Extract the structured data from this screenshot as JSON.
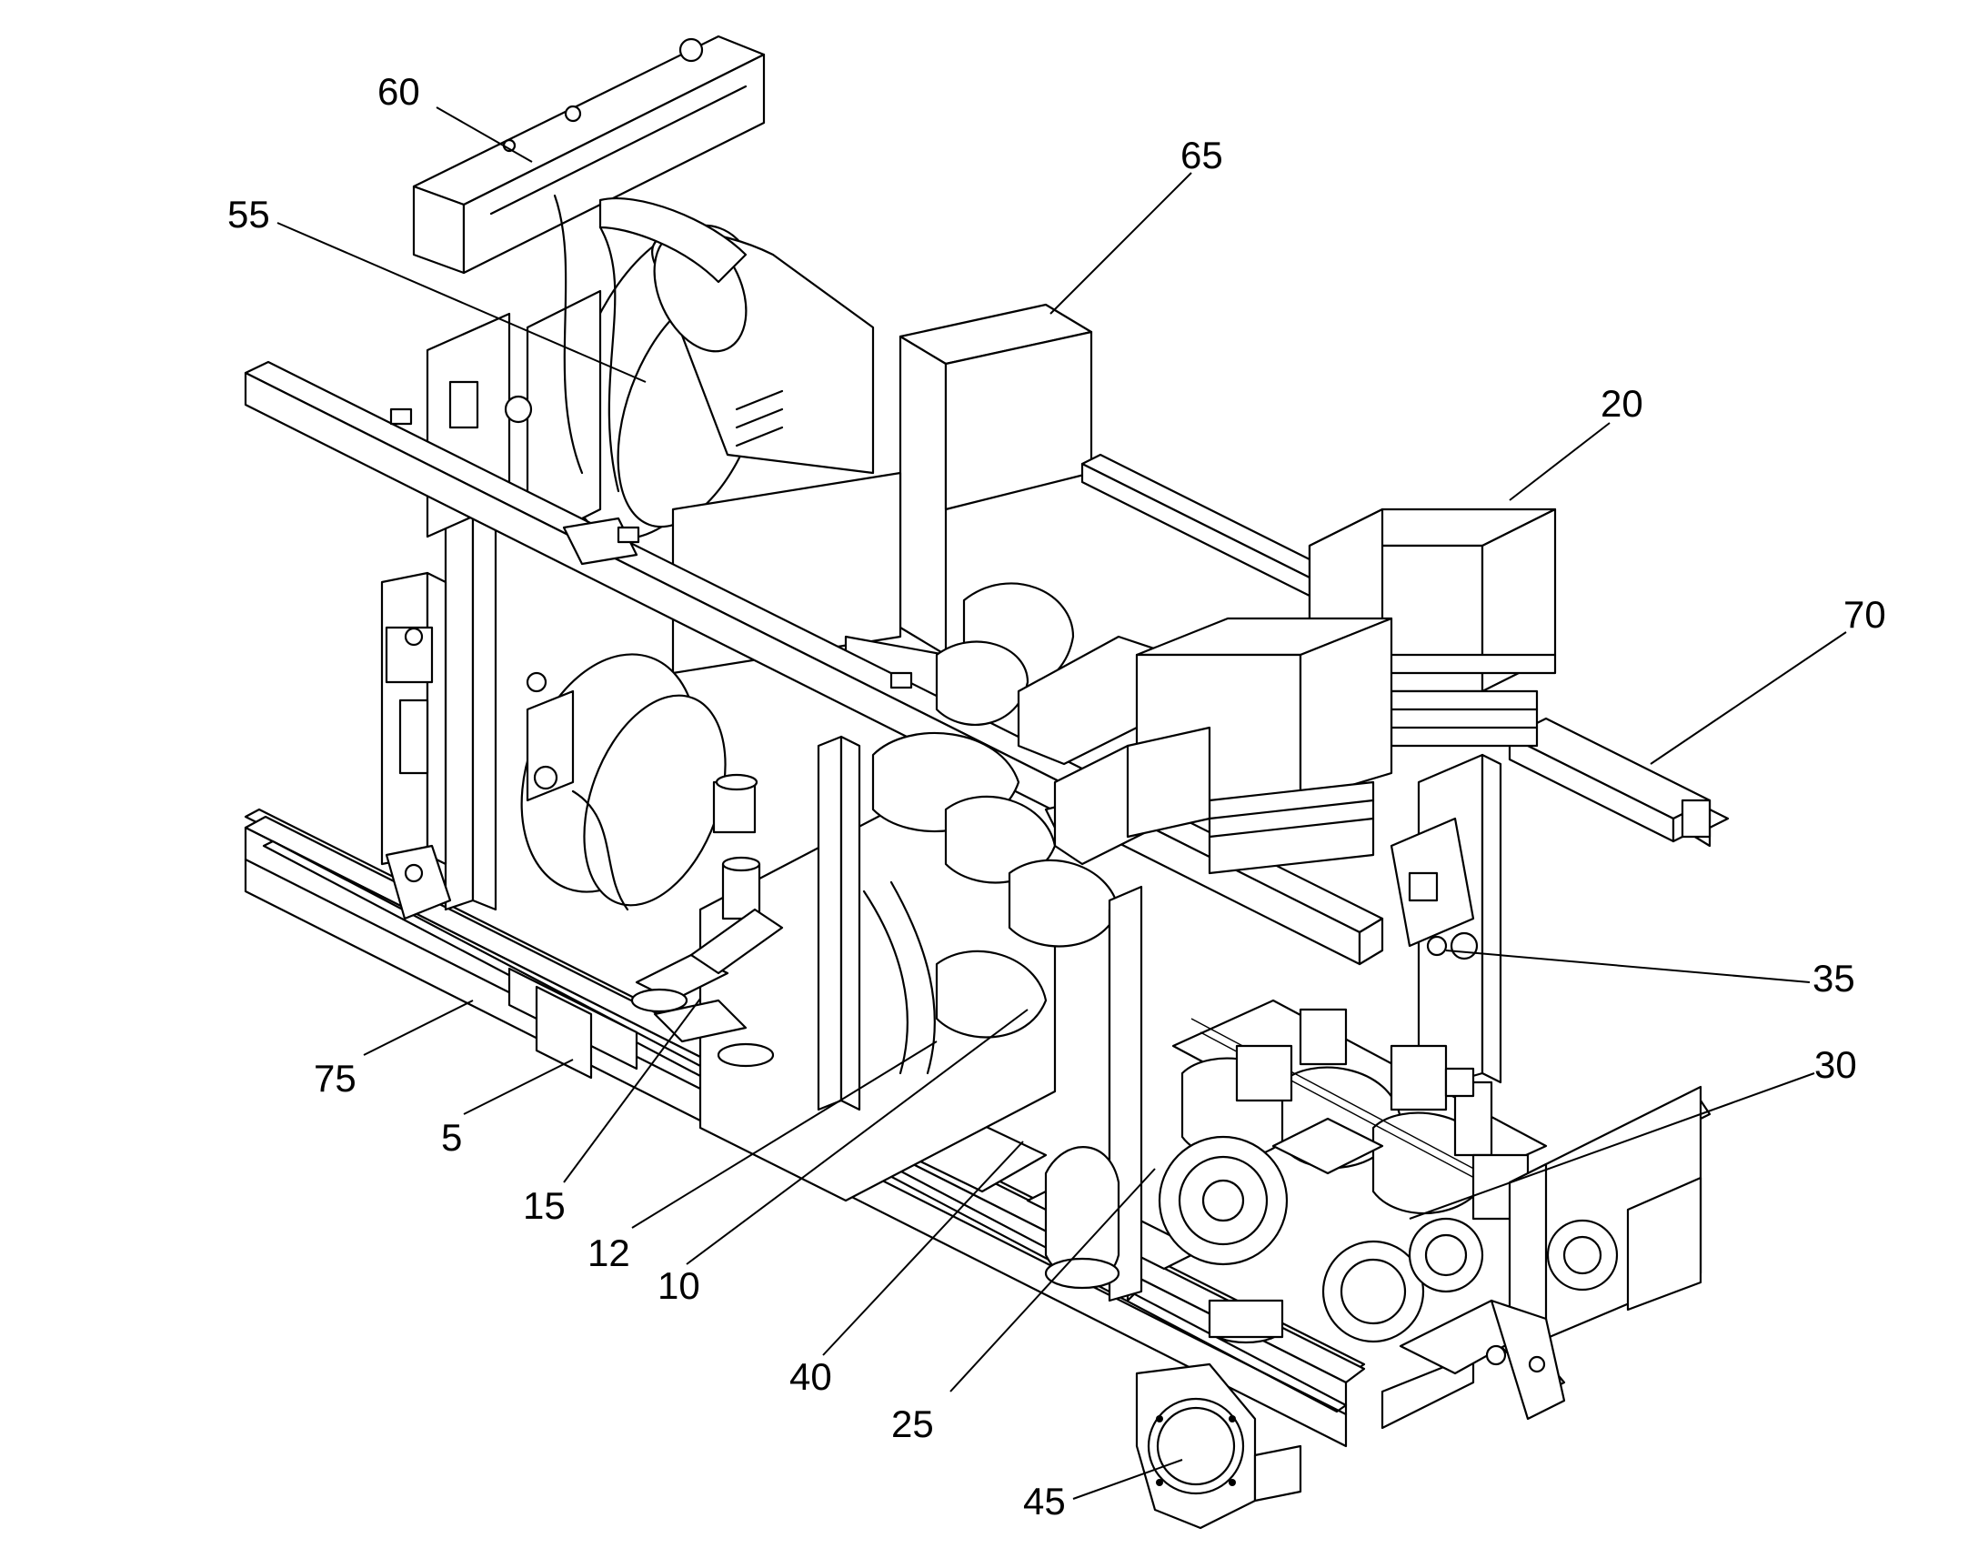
{
  "labels": {
    "l60": "60",
    "l55": "55",
    "l65": "65",
    "l20": "20",
    "l70": "70",
    "l35": "35",
    "l30": "30",
    "l75": "75",
    "l5": "5",
    "l15": "15",
    "l12": "12",
    "l10": "10",
    "l40": "40",
    "l25": "25",
    "l45": "45"
  }
}
